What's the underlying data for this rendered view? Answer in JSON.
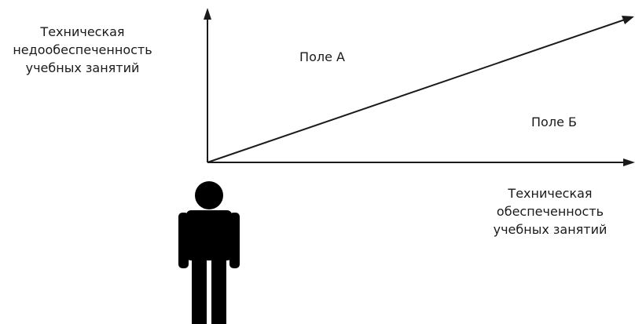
{
  "diagram": {
    "y_axis_label": "Техническая\nнедообеспеченность\nучебных занятий",
    "x_axis_label": "Техническая\nобеспеченность\nучебных занятий",
    "field_a_label": "Поле А",
    "field_b_label": "Поле Б"
  },
  "colors": {
    "ink": "#1a1a1a",
    "background": "#ffffff"
  },
  "icons": {
    "person": "person-icon"
  }
}
